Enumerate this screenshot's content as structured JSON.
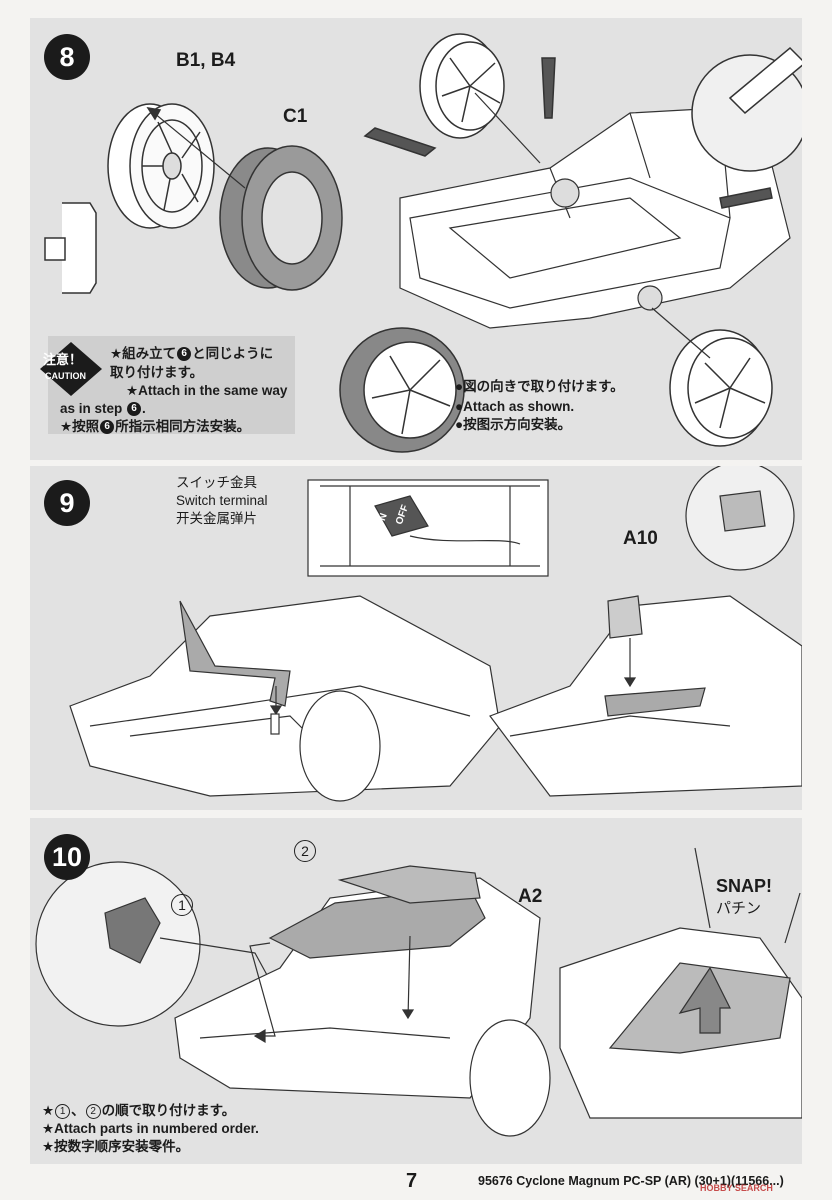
{
  "step8": {
    "number": "8",
    "labels": {
      "wheel_parts": "B1, B4",
      "tire": "C1"
    },
    "caution": {
      "badge_jp": "注意！",
      "badge_en": "CAUTION",
      "jp_pre": "★組み立て",
      "ref_step": "6",
      "jp_post_line1": "と同じように",
      "jp_line2": "取り付けます。",
      "en_line1": "★Attach in the same way",
      "en_line2_pre": "as in step",
      "en_line2_post": ".",
      "zh_pre": "★按照",
      "zh_post": "所指示相同方法安装。"
    },
    "direction_note": {
      "jp": "●図の向きで取り付けます。",
      "en": "●Attach as shown.",
      "zh": "●按图示方向安装。"
    }
  },
  "step9": {
    "number": "9",
    "switch_label": {
      "jp": "スイッチ金具",
      "en": "Switch terminal",
      "zh": "开关金属弹片"
    },
    "switch_marks": {
      "on": "ON",
      "off": "OFF"
    },
    "part_label": "A10"
  },
  "step10": {
    "number": "10",
    "callout1": "1",
    "callout2": "2",
    "part_label": "A2",
    "snap_en": "SNAP!",
    "snap_jp": "パチン",
    "note": {
      "jp_pre": "★",
      "jp_mid": "、",
      "jp_post": "の順で取り付けます。",
      "en": "★Attach parts in numbered order.",
      "zh": "★按数字顺序安装零件。"
    }
  },
  "footer": {
    "page_number": "7",
    "caption": "95676 Cyclone Magnum PC-SP (AR) (30+1)(11566...)",
    "watermark": "HOBBY SEARCH"
  }
}
